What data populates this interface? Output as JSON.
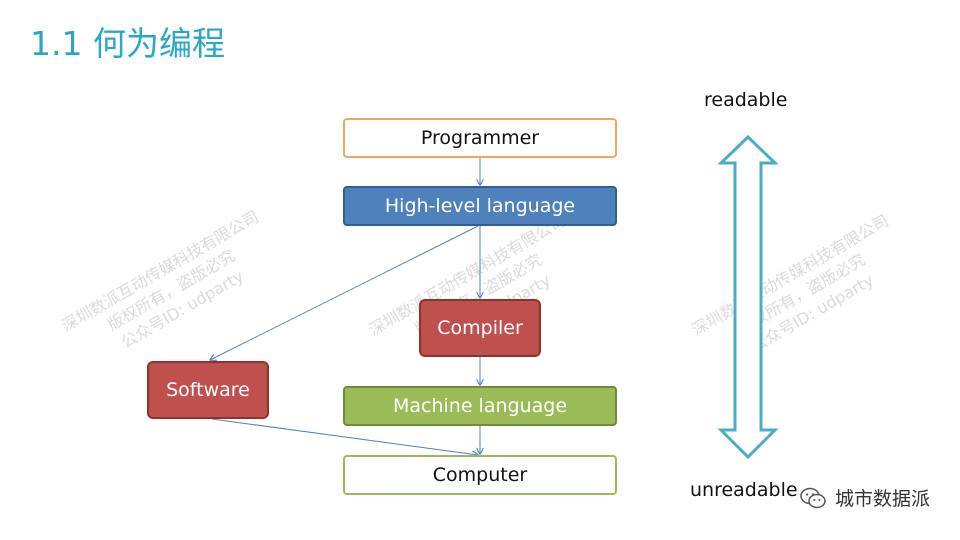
{
  "title": "1.1 何为编程",
  "nodes": {
    "programmer": "Programmer",
    "high_level_language": "High-level language",
    "compiler": "Compiler",
    "software": "Software",
    "machine_language": "Machine language",
    "computer": "Computer"
  },
  "readability_scale": {
    "top_label": "readable",
    "bottom_label": "unreadable"
  },
  "watermarks": [
    {
      "line1": "深圳数派互动传媒科技有限公司",
      "line2": "版权所有，盗版必究",
      "line3": "公众号ID: udparty"
    },
    {
      "line1": "深圳数派互动传媒科技有限公司",
      "line2": "版权所有，盗版必究",
      "line3": "公众号ID: udparty"
    },
    {
      "line1": "深圳数派互动传媒科技有限公司",
      "line2": "版权所有，盗版必究",
      "line3": "公众号ID: udparty"
    }
  ],
  "brand": {
    "name": "城市数据派",
    "icon": "wechat-icon"
  },
  "colors": {
    "title": "#2aa7c7",
    "high_level_fill": "#4f81bd",
    "red_fill": "#c0504d",
    "green_fill": "#9bbb59",
    "programmer_border": "#e9a85d",
    "computer_border": "#9bbb59",
    "connector": "#4f81bd",
    "double_arrow": "#4bacc6"
  }
}
